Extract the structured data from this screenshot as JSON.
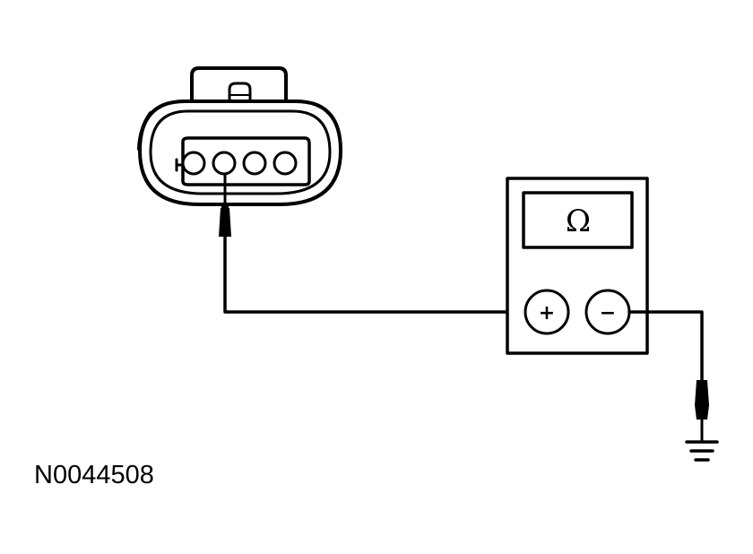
{
  "figure": {
    "id_label": "N0044508"
  },
  "multimeter": {
    "display_symbol": "Ω",
    "terminal_positive": "+",
    "terminal_negative": "−"
  },
  "connector": {
    "pin_count": 4,
    "probed_pin": 2
  },
  "icons": {
    "ground": "ground-symbol-icon",
    "probe": "test-probe-icon"
  },
  "colors": {
    "ink": "#000000",
    "paper": "#ffffff"
  }
}
